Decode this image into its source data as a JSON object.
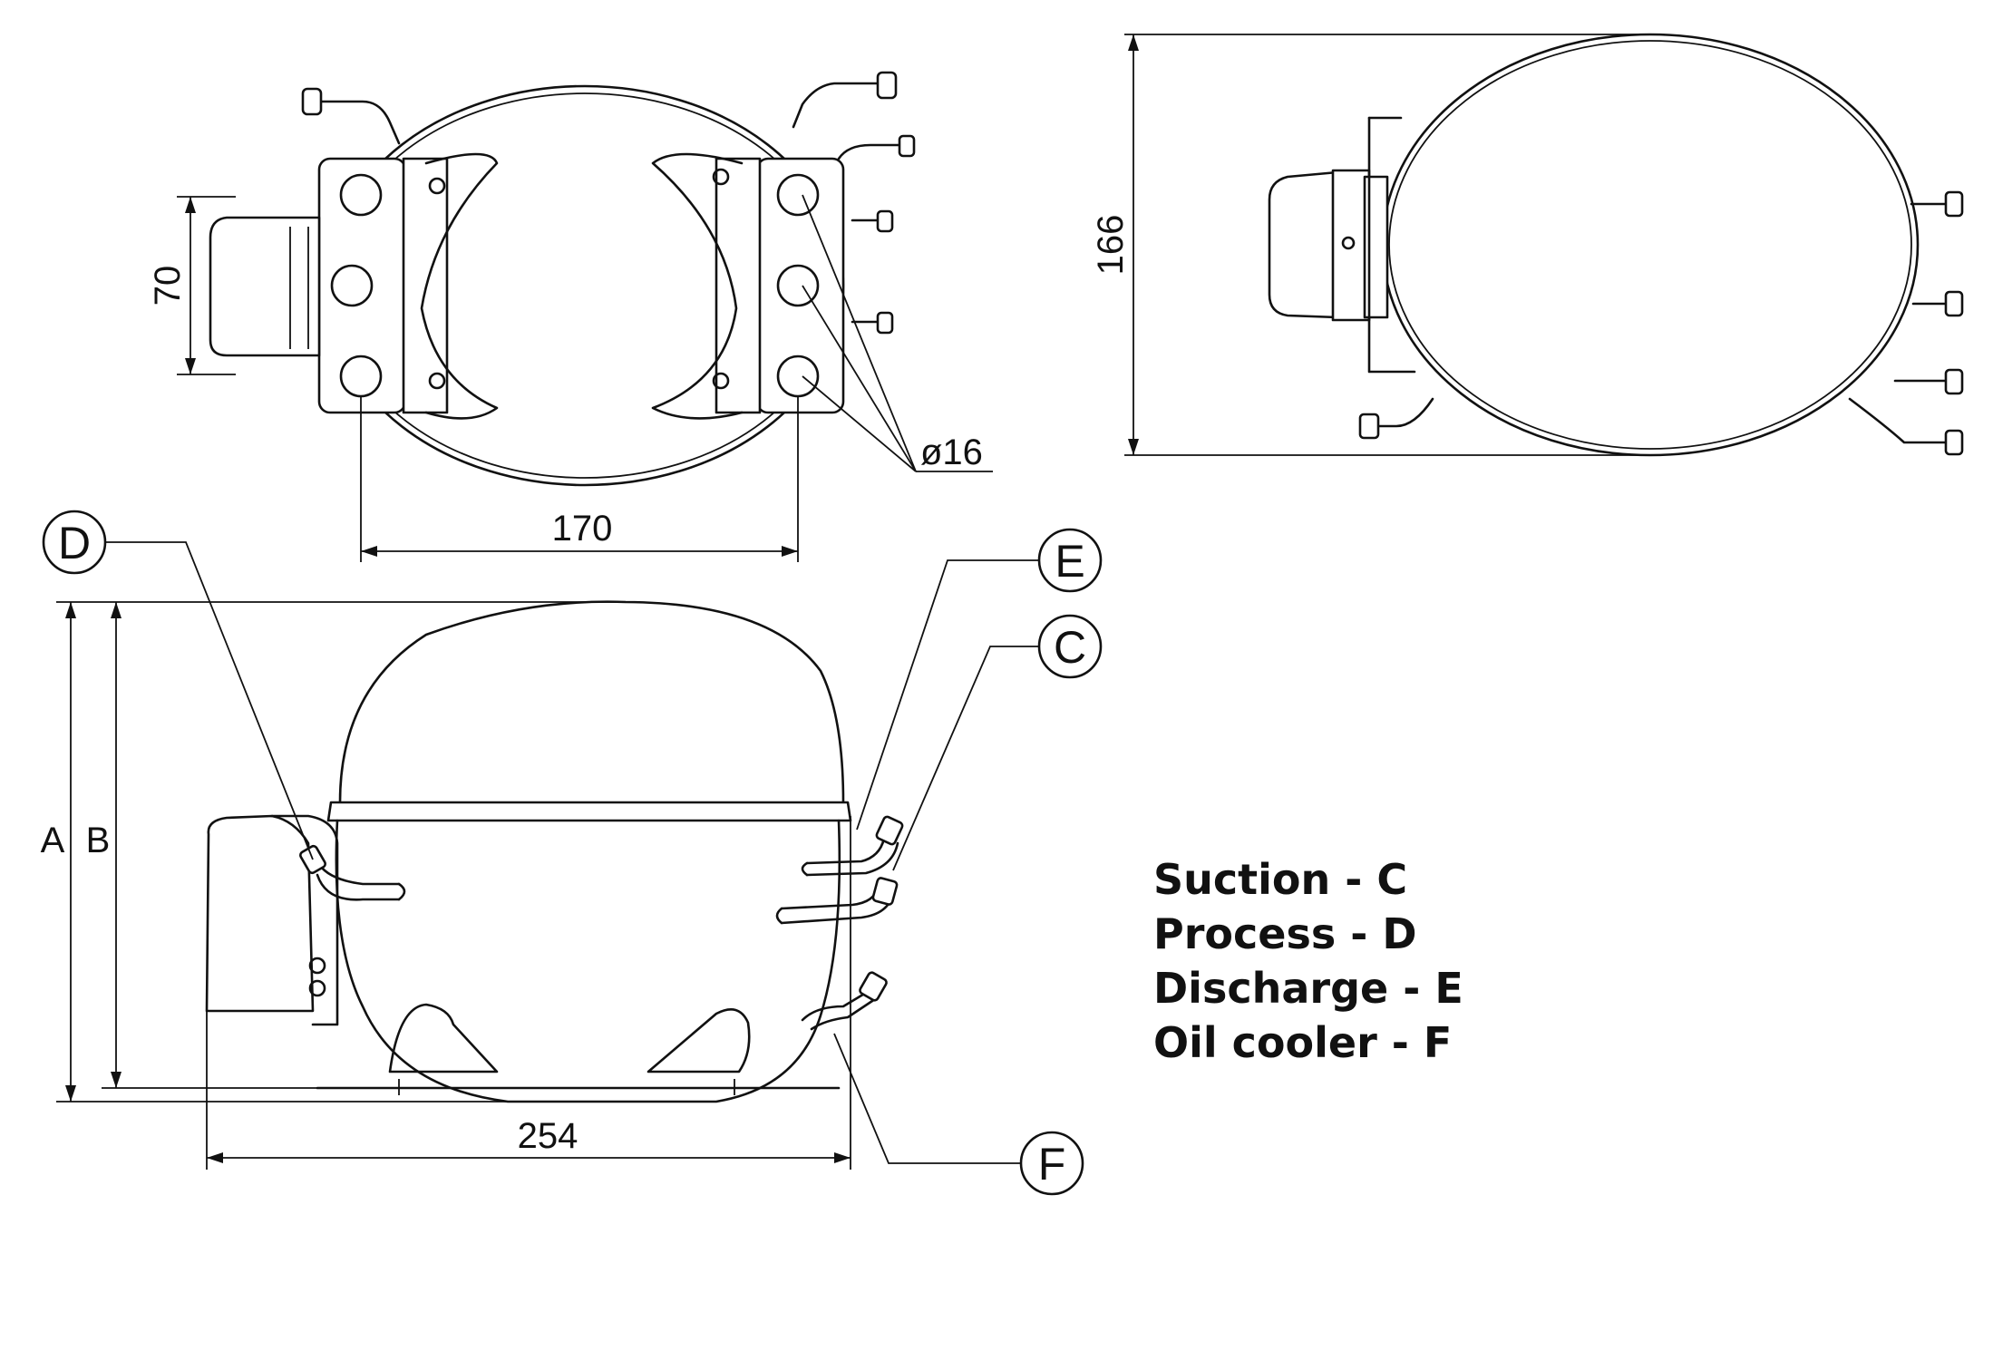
{
  "dimensions": {
    "mount_spacing": "70",
    "hole_spacing": "170",
    "hole_diameter": "ø16",
    "overall_length": "254",
    "height_side": "166",
    "height_a": "A",
    "height_b": "B"
  },
  "connection_tags": {
    "D": "D",
    "E": "E",
    "C": "C",
    "F": "F"
  },
  "legend": [
    "Suction - C",
    "Process - D",
    "Discharge - E",
    "Oil cooler - F"
  ]
}
